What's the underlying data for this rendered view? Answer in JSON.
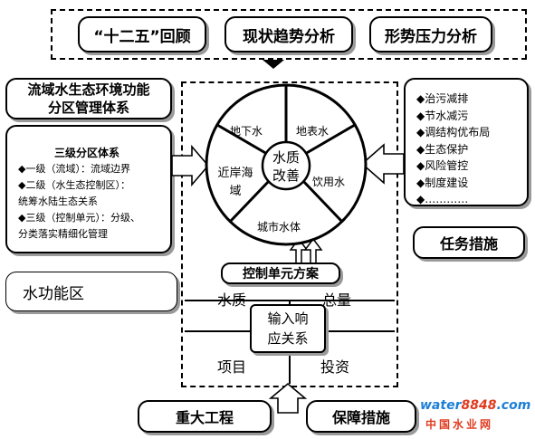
{
  "top": {
    "items": [
      "“十二五”回顾",
      "现状趋势分析",
      "形势压力分析"
    ]
  },
  "left": {
    "title_line1": "流域水生态环境功能",
    "title_line2": "分区管理体系",
    "system": {
      "heading": "三级分区体系",
      "lines": [
        "◆一级（流域）：流域边界",
        "◆二级（水生态控制区）：",
        "统筹水陆生态关系",
        "◆三级（控制单元）：分级、",
        "分类落实精细化管理"
      ]
    },
    "water_function_zone": "水功能区"
  },
  "right": {
    "tasks": [
      "◆治污减排",
      "◆节水减污",
      "◆调结构优布局",
      "◆生态保护",
      "◆风险管控",
      "◆制度建设",
      "◆…………"
    ],
    "tasks_label": "任务措施"
  },
  "wheel": {
    "center_line1": "水质",
    "center_line2": "改善",
    "segments": {
      "groundwater": "地下水",
      "surface_water": "地表水",
      "coastal_line1": "近岸海",
      "coastal_line2": "域",
      "drinking": "饮用水",
      "urban": "城市水体"
    }
  },
  "plan": {
    "label": "控制单元方案",
    "water_quality": "水质",
    "total_load": "总量",
    "response_line1": "输入响",
    "response_line2": "应关系",
    "projects": "项目",
    "investment": "投资"
  },
  "bottom": {
    "major_projects": "重大工程",
    "safeguards": "保障措施"
  },
  "watermark": {
    "brand_a": "water",
    "brand_b": "8848",
    "brand_c": ".com",
    "sub": "中国水业网"
  }
}
